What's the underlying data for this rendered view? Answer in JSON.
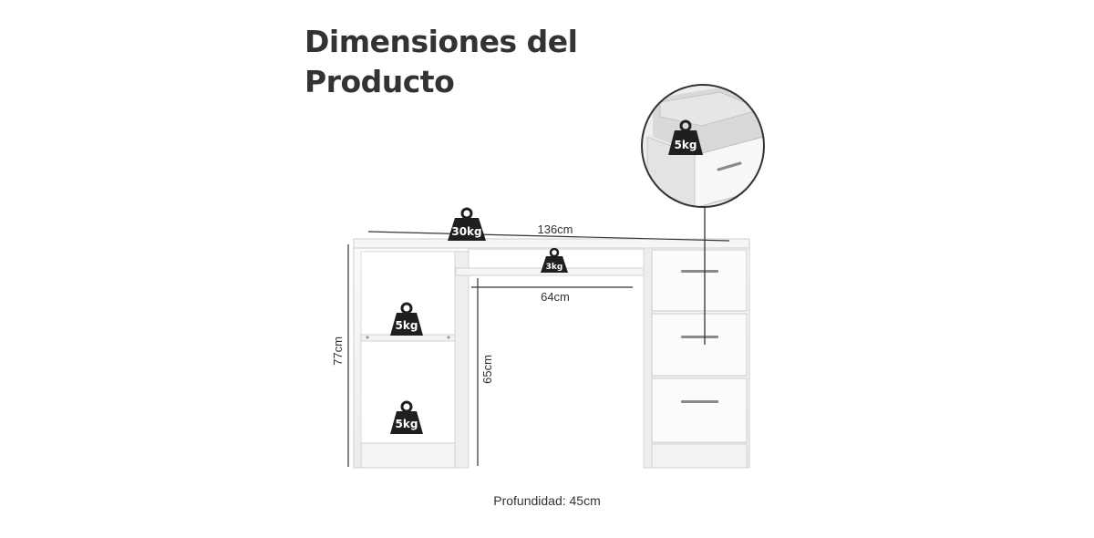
{
  "title": {
    "line1": "Dimensiones del",
    "line2": "Producto"
  },
  "dimensions": {
    "width": "136cm",
    "inner_width": "64cm",
    "height": "77cm",
    "inner_height": "65cm",
    "depth": "Profundidad: 45cm"
  },
  "weights": {
    "top": "30kg",
    "shelf": "3kg",
    "cabinet_upper": "5kg",
    "cabinet_lower": "5kg",
    "drawer": "5kg"
  },
  "colors": {
    "line": "#333333",
    "panel": "#f4f4f4",
    "edge": "#c8c8c8",
    "weight": "#1f1f1f"
  }
}
